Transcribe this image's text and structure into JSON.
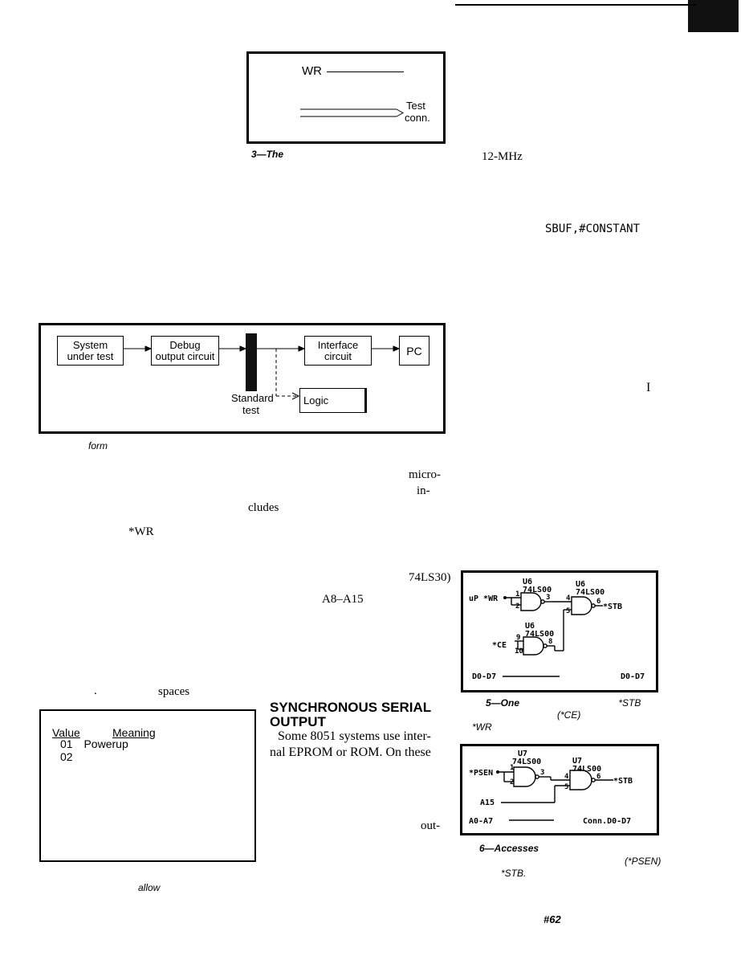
{
  "fig3": {
    "wr_label": "WR",
    "test_label": "Test",
    "conn_label": "conn.",
    "caption": "3—The"
  },
  "fig4": {
    "system": "System",
    "under_test": "under test",
    "debug": "Debug",
    "output_circuit": "output circuit",
    "interface": "Interface",
    "circuit": "circuit",
    "pc": "PC",
    "standard": "Standard",
    "test": "test",
    "logic": "Logic",
    "caption": "form"
  },
  "body_fragments": {
    "micro": "micro-",
    "in": "in-",
    "cludes": "cludes",
    "wr": "*WR",
    "ic_74ls30": "74LS30)",
    "a8_a15": "A8–A15",
    "spaces": "spaces",
    "dot": ".",
    "mhz": "12-MHz",
    "sbuf": "SBUF,#CONSTANT",
    "roman_i": "I"
  },
  "table": {
    "col_value": "Value",
    "col_meaning": "Meaning",
    "rows": [
      {
        "value": "01",
        "meaning": "Powerup"
      },
      {
        "value": "02",
        "meaning": ""
      }
    ],
    "caption": "allow"
  },
  "section": {
    "heading_line1": "SYNCHRONOUS SERIAL",
    "heading_line2": "OUTPUT",
    "para_line1": "Some 8051 systems use inter-",
    "para_line2": "nal EPROM or ROM. On these",
    "out": "out-"
  },
  "fig5": {
    "u6_a": "U6",
    "ic_a": "74LS00",
    "u6_b": "U6",
    "ic_b": "74LS00",
    "u6_c": "U6",
    "ic_c": "74LS00",
    "up_wr": "uP *WR",
    "ce": "*CE",
    "stb": "*STB",
    "d_in": "D0-D7",
    "d_out": "D0-D7",
    "pin1": "1",
    "pin2": "2",
    "pin3": "3",
    "pin4": "4",
    "pin5": "5",
    "pin6": "6",
    "pin9": "9",
    "pin10": "10",
    "pin8": "8",
    "caption_num": "5—One",
    "caption_stb": "*STB",
    "caption_ce": "(*CE)",
    "caption_wr": "*WR"
  },
  "fig6": {
    "u7_a": "U7",
    "ic_a": "74LS00",
    "u7_b": "U7",
    "ic_b": "74LS00",
    "psen": "*PSEN",
    "a15": "A15",
    "a0_a7": "A0-A7",
    "conn": "Conn.D0-D7",
    "stb": "*STB",
    "pin1": "1",
    "pin2": "2",
    "pin3": "3",
    "pin4": "4",
    "pin5": "5",
    "pin6": "6",
    "caption_num": "6—Accesses",
    "caption_psen": "(*PSEN)",
    "caption_stb": "*STB."
  },
  "footer": {
    "issue": "#62"
  }
}
